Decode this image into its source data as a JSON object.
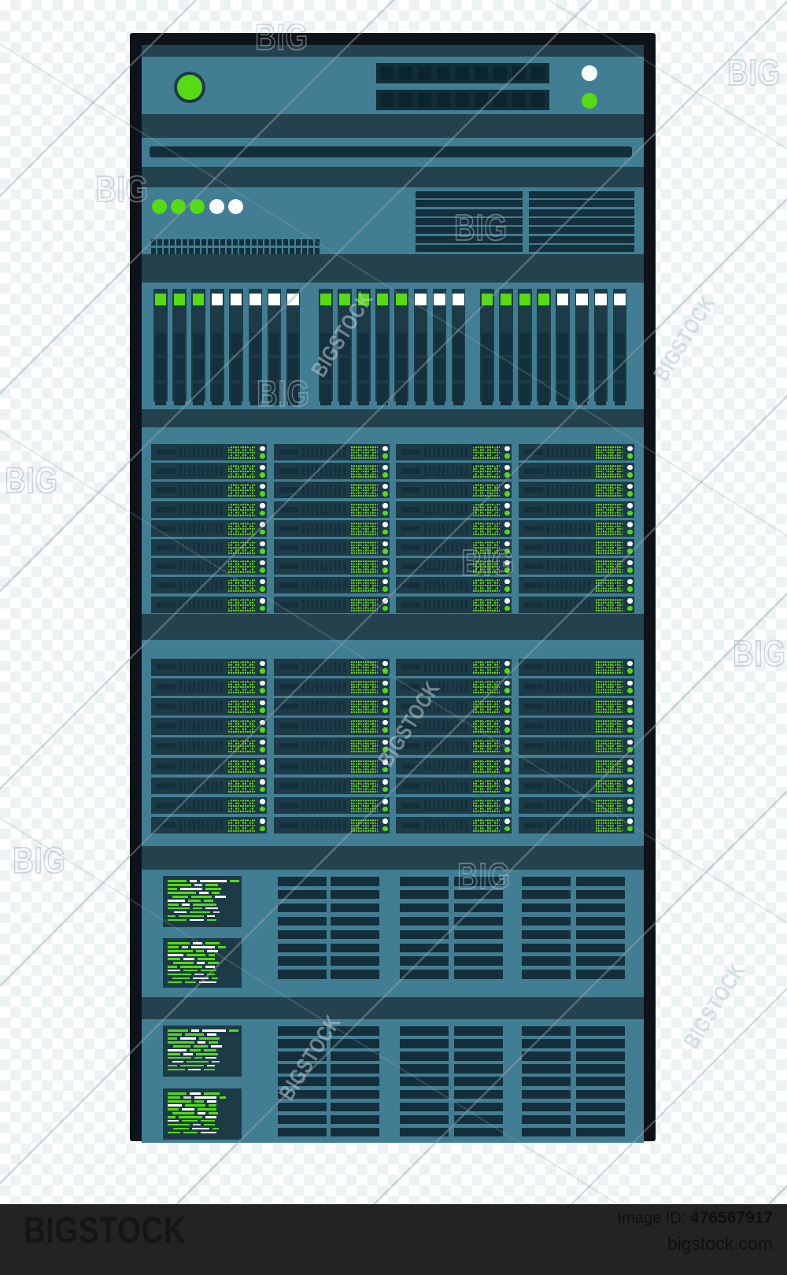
{
  "watermark": {
    "text": "BIGSTOCK",
    "fragment": "BIG"
  },
  "footer": {
    "logo": "BIGSTOCK",
    "image_id_label": "Image ID:",
    "image_id": "476567917",
    "site": "bigstock.com"
  },
  "colors": {
    "panel": "#417E94",
    "separator": "#24424E",
    "frame": "#0D1318",
    "dark": "#13303C",
    "unit_bg": "#1D3B47",
    "green": "#55DB10",
    "display_green": "#76DF1D",
    "white": "#FFFFFF",
    "checker": "#EDF2F4",
    "footer_bg": "#232323"
  },
  "rack": {
    "power_unit": {
      "power_button": "green",
      "side_leds": [
        "white",
        "green"
      ],
      "vent_rows": 2,
      "vent_cols": 9
    },
    "io_unit": {
      "leds": [
        "g",
        "g",
        "g",
        "w",
        "w"
      ],
      "dip_rows": 2,
      "dip_cols": 27,
      "slat_blocks": 2,
      "slats_per_block": 7
    },
    "slot_unit": {
      "groups": [
        [
          "g",
          "g",
          "g",
          "w",
          "w",
          "w",
          "w",
          "w"
        ],
        [
          "g",
          "g",
          "g",
          "g",
          "g",
          "w",
          "w",
          "w"
        ],
        [
          "g",
          "g",
          "g",
          "g",
          "w",
          "w",
          "w",
          "w"
        ]
      ]
    },
    "drive_arrays": {
      "rows": 9,
      "cols": 4,
      "led_top": "white",
      "led_bottom": "green"
    },
    "screens": {
      "s1": [
        "g24,w9,w34,g12",
        "g30,d10,g16",
        "g12,w28,g20",
        "g36,w12,g10",
        "s2,g20,g26,w14",
        "w22,g16,g12",
        "g14,w10,g30",
        "g28,g12,w16",
        "s4,w16,g26,d8",
        "g10,g32,w10",
        "g24,w18,g12"
      ],
      "s2": [
        "g28,w12,g18",
        "g14,d8,w30,g10",
        "g32,g10,w14",
        "w20,g24,g8",
        "g16,w14,g22",
        "s3,g26,w10,g14",
        "g12,g28,w12",
        "w16,g18,g20",
        "g30,d12,g10",
        "s2,g22,w20,g8",
        "g18,g14,w22"
      ],
      "s3": [
        "g26,w10,w30,g12",
        "g18,g24,w12",
        "g12,w20,g26",
        "g34,w10,g12",
        "s3,g22,g18,w14",
        "w24,g14,g16",
        "g16,w12,g28",
        "g30,g10,w14",
        "s2,w14,g28,d10",
        "g12,g30,w10",
        "g22,w16,g14"
      ],
      "s4": [
        "g24,w14,g20",
        "g16,d10,w28,g8",
        "g30,g12,w12",
        "w18,g26,g10",
        "g14,w16,g24",
        "s2,g28,w10,g12",
        "g10,g30,w14",
        "w14,g20,g18",
        "g28,d10,g14",
        "s3,g20,w22,g8",
        "g16,g18,w20"
      ]
    }
  }
}
